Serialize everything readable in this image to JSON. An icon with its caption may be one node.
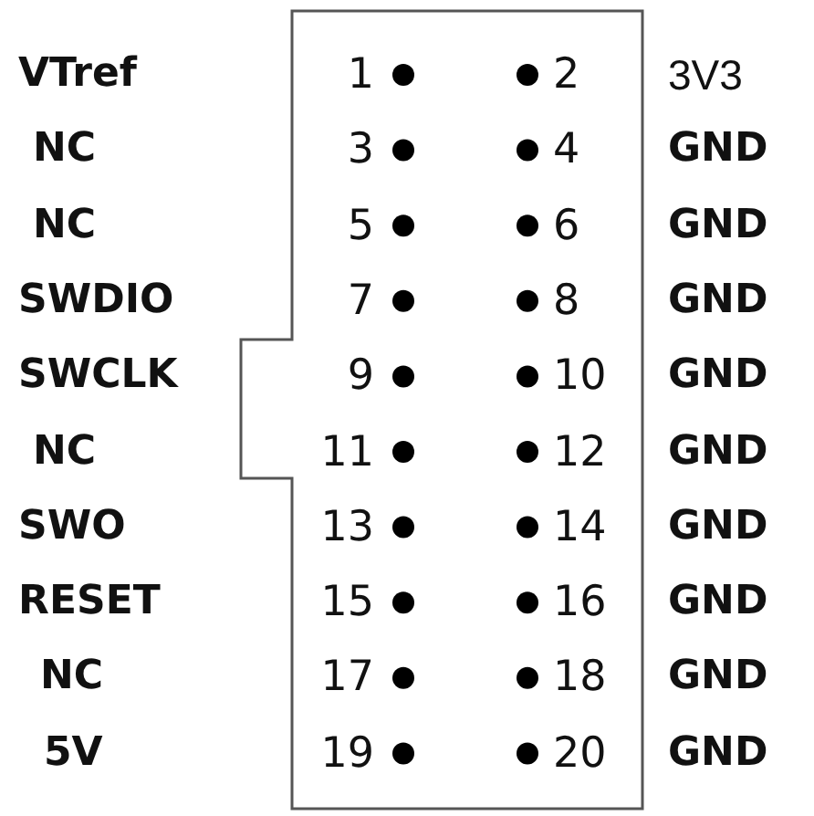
{
  "diagram": {
    "labels": [
      "VTref",
      "1",
      "2",
      "3V3",
      "NC",
      "3",
      "4",
      "GND",
      "NC",
      "5",
      "6",
      "GND",
      "SWDIO",
      "7",
      "8",
      "GND",
      "SWCLK",
      "9",
      "10",
      "GND",
      "NC",
      "11",
      "12",
      "GND",
      "SWO",
      "13",
      "14",
      "GND",
      "RESET",
      "15",
      "16",
      "GND",
      "NC",
      "17",
      "18",
      "GND",
      "5V",
      "19",
      "20",
      "GND"
    ]
  }
}
